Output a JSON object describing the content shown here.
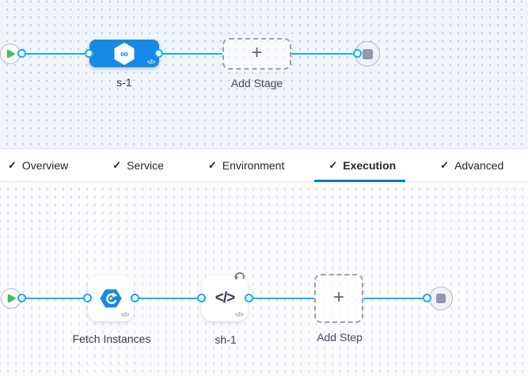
{
  "top_canvas": {
    "stage": {
      "label": "s-1"
    },
    "add_stage": {
      "label": "Add Stage"
    }
  },
  "tabs": {
    "items": [
      {
        "label": "Overview",
        "checked": true,
        "active": false
      },
      {
        "label": "Service",
        "checked": true,
        "active": false
      },
      {
        "label": "Environment",
        "checked": true,
        "active": false
      },
      {
        "label": "Execution",
        "checked": true,
        "active": true
      },
      {
        "label": "Advanced",
        "checked": true,
        "active": false
      }
    ]
  },
  "bottom_canvas": {
    "steps": [
      {
        "label": "Fetch Instances",
        "icon": "fetch-instances-icon"
      },
      {
        "label": "sh-1",
        "icon": "shell-script-icon",
        "has_loop_badge": true
      }
    ],
    "add_step": {
      "label": "Add Step"
    }
  },
  "icons": {
    "check": "✓",
    "plus": "+",
    "code": "</>",
    "infinity": "∞"
  },
  "colors": {
    "connector_blue": "#12b0ec",
    "stage_blue": "#1789e6",
    "active_tab_underline": "#0278d5",
    "play_green": "#4dba65",
    "stop_gray": "#9496ad",
    "top_canvas_bg": "#eff5fb"
  }
}
